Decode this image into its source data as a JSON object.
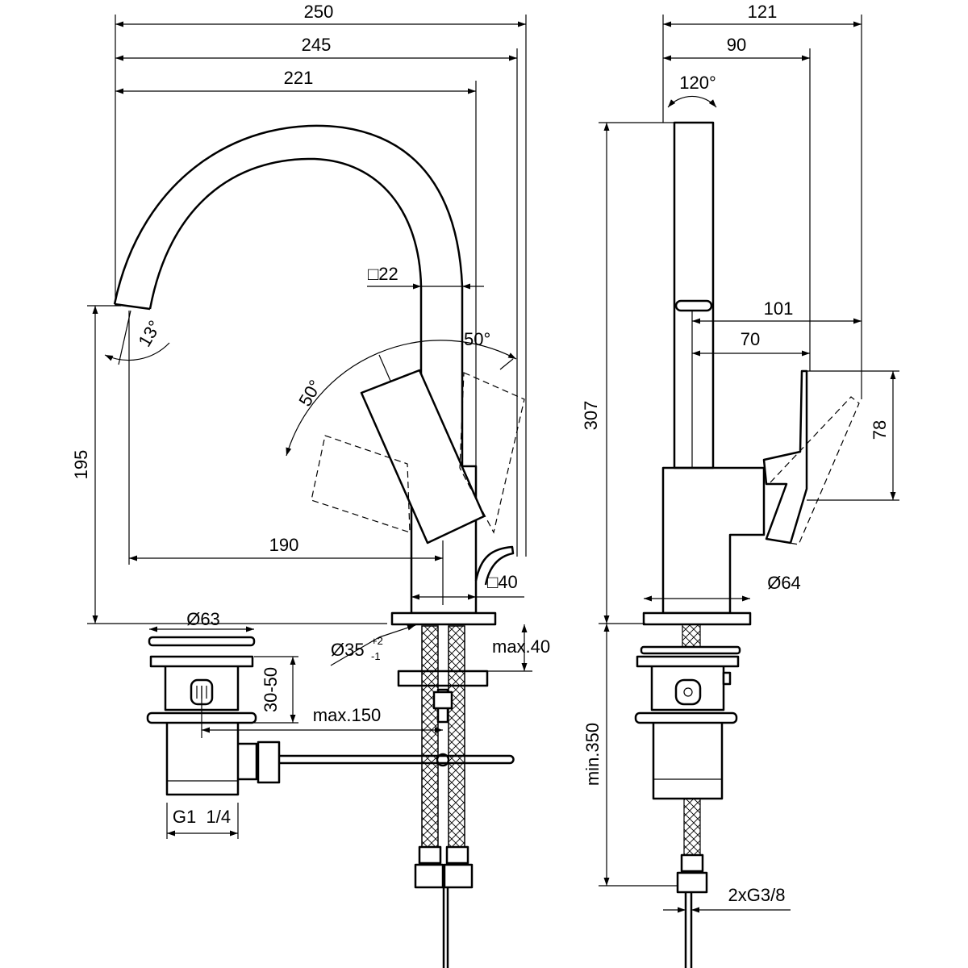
{
  "drawing": {
    "front_view": {
      "dims": {
        "overall_width": "250",
        "spout_reach_245": "245",
        "spout_reach_221": "221",
        "spout_tube": "□22",
        "spout_angle": "13°",
        "lever_angle_right": "50°",
        "lever_angle_left": "50°",
        "spout_height": "195",
        "outlet_to_axis": "190",
        "body_square": "□40",
        "hole_diameter": "Ø35",
        "hole_tol_plus": "+2",
        "hole_tol_minus": "-1",
        "deck_max": "max.40"
      }
    },
    "waste": {
      "dims": {
        "flange_diameter": "Ø63",
        "waste_range": "30-50",
        "rod_max": "max.150",
        "thread": "G1  1/4"
      }
    },
    "side_view": {
      "dims": {
        "overall_depth": "121",
        "depth_90": "90",
        "rotation": "120°",
        "height": "307",
        "lever_reach_101": "101",
        "lever_reach_70": "70",
        "lever_height": "78",
        "base_diameter": "Ø64",
        "min_hose": "min.350",
        "connections": "2xG3/8"
      }
    }
  }
}
